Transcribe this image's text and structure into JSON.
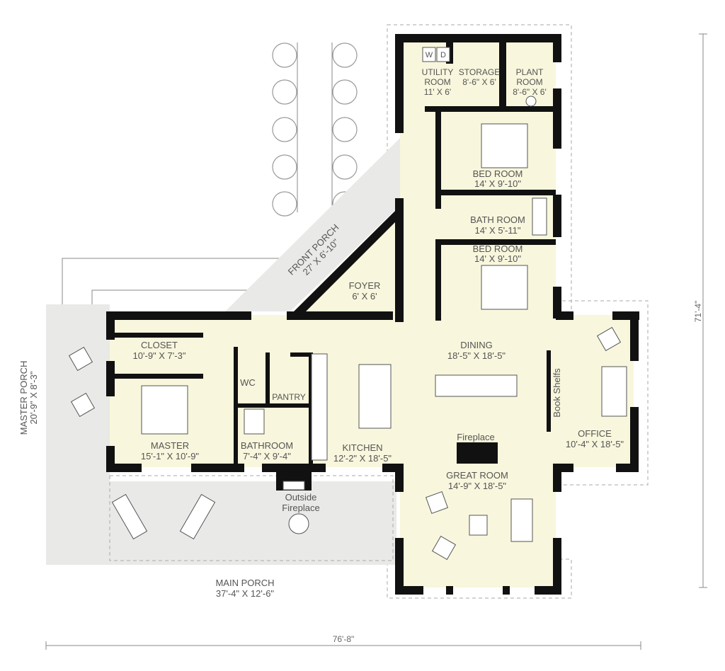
{
  "rooms": {
    "utility": {
      "name": "UTILITY",
      "name2": "ROOM",
      "size": "11' X 6'"
    },
    "storage": {
      "name": "STORAGE",
      "size": "8'-6\" X 6'"
    },
    "plant": {
      "name": "PLANT",
      "name2": "ROOM",
      "size": "8'-6\" X 6'"
    },
    "washer": "W",
    "dryer": "D",
    "bedroom1": {
      "name": "BED ROOM",
      "size": "14' X 9'-10\""
    },
    "bath": {
      "name": "BATH ROOM",
      "size": "14' X 5'-11\""
    },
    "bedroom2": {
      "name": "BED ROOM",
      "size": "14' X 9'-10\""
    },
    "front_porch": {
      "name": "FRONT PORCH",
      "size": "27' X 6'-10\""
    },
    "foyer": {
      "name": "FOYER",
      "size": "6' X 6'"
    },
    "closet": {
      "name": "CLOSET",
      "size": "10'-9\" X 7'-3\""
    },
    "master_porch": {
      "name": "MASTER PORCH",
      "size": "20'-9\" X 8'-3\""
    },
    "wc": "WC",
    "pantry": "PANTRY",
    "master": {
      "name": "MASTER",
      "size": "15'-1\" X 10'-9\""
    },
    "bathroom": {
      "name": "BATHROOM",
      "size": "7'-4\" X 9'-4\""
    },
    "kitchen": {
      "name": "KITCHEN",
      "size": "12'-2\" X 18'-5\""
    },
    "dining": {
      "name": "DINING",
      "size": "18'-5\" X 18'-5\""
    },
    "book_shelfs": "Book Shelfs",
    "office": {
      "name": "OFFICE",
      "size": "10'-4\" X 18'-5\""
    },
    "fireplace": "Fireplace",
    "great_room": {
      "name": "GREAT ROOM",
      "size": "14'-9\" X 18'-5\""
    },
    "outside_fireplace": {
      "line1": "Outside",
      "line2": "Fireplace"
    },
    "main_porch": {
      "name": "MAIN PORCH",
      "size": "37'-4\" X 12'-6\""
    }
  },
  "dimensions": {
    "overall_width": "76'-8\"",
    "overall_depth": "71'-4\""
  }
}
